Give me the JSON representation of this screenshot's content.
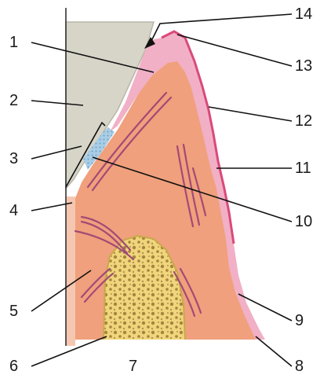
{
  "labels": {
    "l1": "1",
    "l2": "2",
    "l3": "3",
    "l4": "4",
    "l5": "5",
    "l6": "6",
    "l7": "7",
    "l8": "8",
    "l9": "9",
    "l10": "10",
    "l11": "11",
    "l12": "12",
    "l13": "13",
    "l14": "14"
  },
  "colors": {
    "tooth": "#d7d5c8",
    "tooth_edge": "#b9b6a7",
    "connective_tissue": "#f0a07c",
    "epithelium": "#f1b0c6",
    "epithelium_edge": "#d94a7a",
    "bone": "#f0d57c",
    "bone_pores": "#8a6a2a",
    "collagen_fibers": "#a24a76",
    "junctional_epithelium": "#a9cde6",
    "periosteum_strip": "#f6c7b0"
  }
}
